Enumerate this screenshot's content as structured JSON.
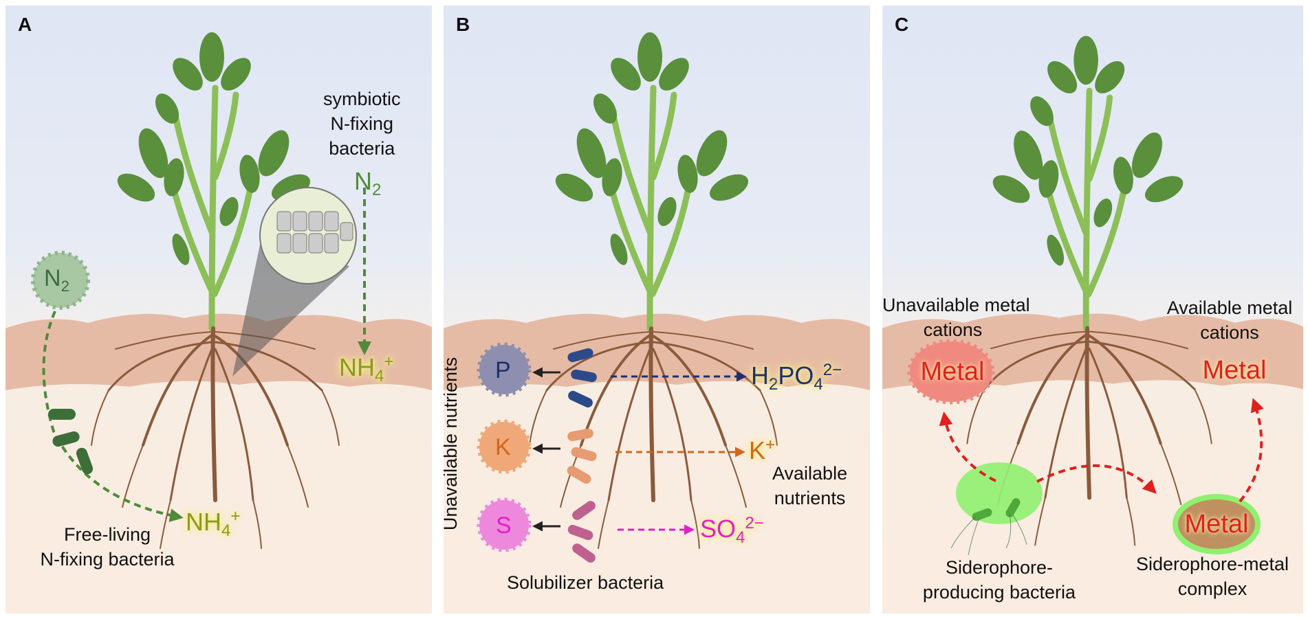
{
  "panels": {
    "a": {
      "letter": "A",
      "symbiotic_line1": "symbiotic",
      "symbiotic_line2": "N-fixing",
      "symbiotic_line3": "bacteria",
      "n2_top": "N",
      "n2_top_sub": "2",
      "n2_bubble": "N",
      "n2_bubble_sub": "2",
      "nh4_top": "NH",
      "nh4_top_sub": "4",
      "nh4_top_sup": "+",
      "nh4_bottom": "NH",
      "nh4_bottom_sub": "4",
      "nh4_bottom_sup": "+",
      "free_line1": "Free-living",
      "free_line2": "N-fixing bacteria"
    },
    "b": {
      "letter": "B",
      "unavailable": "Unavailable nutrients",
      "p": "P",
      "k": "K",
      "s": "S",
      "h2po4_h": "H",
      "h2po4_sub2": "2",
      "h2po4_po": "PO",
      "h2po4_sub4": "4",
      "h2po4_sup": "2−",
      "k_ion": "K",
      "k_sup": "+",
      "so4": "SO",
      "so4_sub": "4",
      "so4_sup": "2−",
      "available_line1": "Available",
      "available_line2": "nutrients",
      "solubilizer": "Solubilizer bacteria"
    },
    "c": {
      "letter": "C",
      "unavail_line1": "Unavailable metal",
      "unavail_line2": "cations",
      "avail_line1": "Available metal",
      "avail_line2": "cations",
      "metal_left": "Metal",
      "metal_right": "Metal",
      "metal_complex": "Metal",
      "sidero_line1": "Siderophore-",
      "sidero_line2": "producing bacteria",
      "complex_line1": "Siderophore-metal",
      "complex_line2": "complex"
    }
  },
  "colors": {
    "sky": "#dfe6f4",
    "soil_surface": "#e7b9a0",
    "soil": "#faece0",
    "stem": "#8cbf57",
    "leaf": "#5a8f3c",
    "root": "#8a5a3c",
    "n_green": "#4e8a3a",
    "phosphate_blue": "#1f2f6e",
    "potassium_orange": "#d0661a",
    "sulfur_magenta": "#e020c8",
    "metal_red": "#e02020",
    "highlight_yellow": "#f4ec8e"
  }
}
